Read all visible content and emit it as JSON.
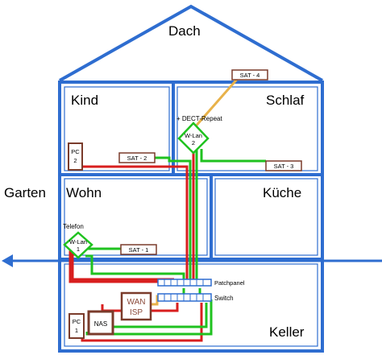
{
  "rooms": {
    "roof": "Dach",
    "kid": "Kind",
    "bedroom": "Schlaf",
    "living": "Wohn",
    "kitchen": "Küche",
    "cellar": "Keller",
    "garden": "Garten"
  },
  "devices": {
    "pc2_line1": "PC",
    "pc2_line2": "2",
    "pc1_line1": "PC",
    "pc1_line2": "1",
    "nas": "NAS",
    "wan_line1": "WAN",
    "wan_line2": "ISP",
    "wlan2_line1": "W-Lan",
    "wlan2_line2": "2",
    "wlan1_line1": "W-Lan",
    "wlan1_line2": "1",
    "sat1": "SAT - 1",
    "sat2": "SAT - 2",
    "sat3": "SAT - 3",
    "sat4": "SAT - 4",
    "dect": "+ DECT-Repeat",
    "telefon": "Telefon",
    "patchpanel": "Patchpanel",
    "switch": "Switch"
  },
  "colors": {
    "house_outline": "#2e6dd0",
    "cable_red": "#d81e1e",
    "cable_green": "#1fc21f",
    "cable_orange": "#e8b24a",
    "device_border": "#7a3b2b",
    "wan_text": "#8b4a3a"
  }
}
